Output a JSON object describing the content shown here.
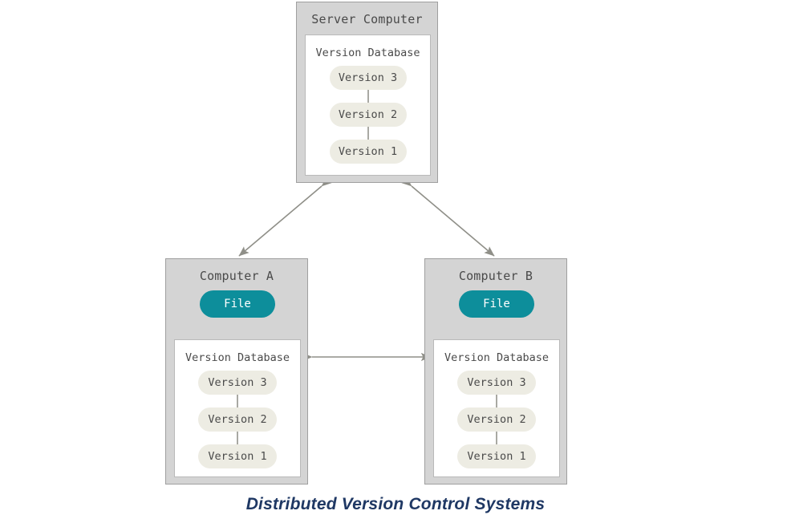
{
  "caption": "Distributed Version Control Systems",
  "colors": {
    "panel_bg": "#d4d4d4",
    "panel_border": "#9f9f9f",
    "inner_bg": "#ffffff",
    "inner_border": "#b9b9b9",
    "pill_bg": "#edece3",
    "file_pill_bg": "#0d8e9b",
    "text": "#4a4a4a",
    "arrow": "#8f8f88",
    "caption": "#1f3864",
    "background": "#ffffff"
  },
  "server": {
    "title": "Server Computer",
    "database": {
      "title": "Version Database",
      "versions": [
        "Version 3",
        "Version 2",
        "Version 1"
      ]
    }
  },
  "computer_a": {
    "title": "Computer A",
    "file_label": "File",
    "database": {
      "title": "Version Database",
      "versions": [
        "Version 3",
        "Version 2",
        "Version 1"
      ]
    }
  },
  "computer_b": {
    "title": "Computer B",
    "file_label": "File",
    "database": {
      "title": "Version Database",
      "versions": [
        "Version 3",
        "Version 2",
        "Version 1"
      ]
    }
  },
  "connections": [
    {
      "name": "server-to-computer-a",
      "type": "bidirectional"
    },
    {
      "name": "server-to-computer-b",
      "type": "bidirectional"
    },
    {
      "name": "computer-a-to-computer-b",
      "type": "bidirectional"
    },
    {
      "name": "database-a-to-file-a",
      "type": "upward"
    },
    {
      "name": "database-b-to-file-b",
      "type": "upward"
    }
  ]
}
